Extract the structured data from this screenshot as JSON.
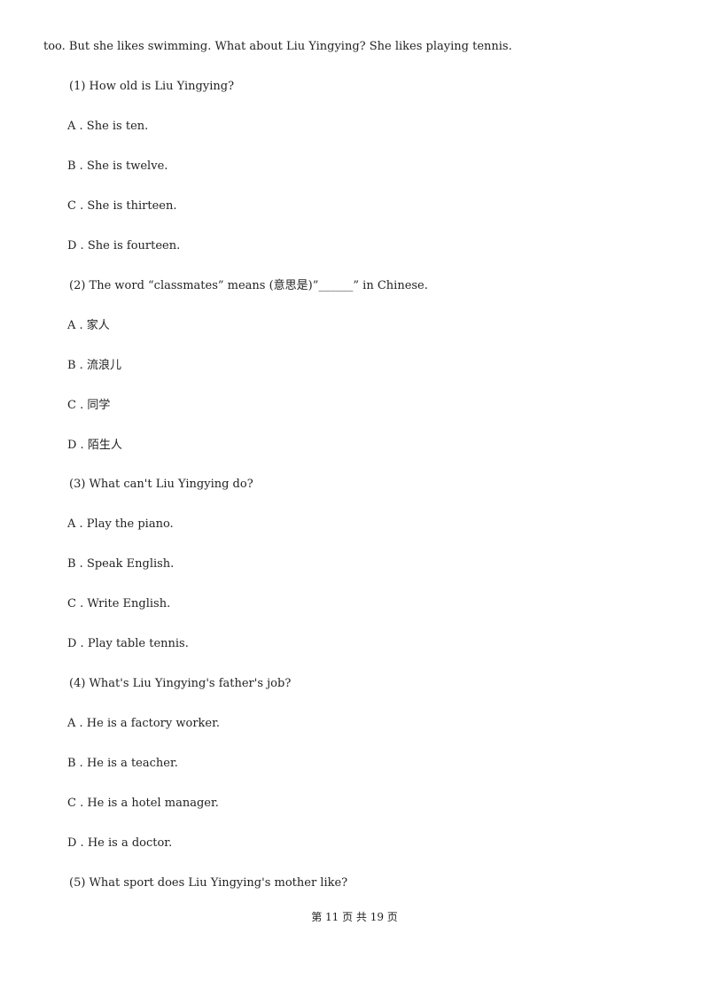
{
  "passage_tail": "too. But she likes swimming. What about Liu Yingying? She likes playing tennis.",
  "questions": [
    {
      "prompt": "(1) How old is Liu Yingying?",
      "options": [
        "A . She is ten.",
        "B . She is twelve.",
        "C . She is thirteen.",
        "D . She is fourteen."
      ]
    },
    {
      "prompt": "(2) The word “classmates” means (意思是)”______” in Chinese.",
      "options": [
        "A . 家人",
        "B . 流浪儿",
        "C . 同学",
        "D . 陌生人"
      ]
    },
    {
      "prompt": "(3) What can't Liu Yingying do?",
      "options": [
        "A . Play the piano.",
        "B . Speak English.",
        "C . Write English.",
        "D . Play table tennis."
      ]
    },
    {
      "prompt": "(4) What's Liu Yingying's father's job?",
      "options": [
        "A . He is a factory worker.",
        "B . He is a teacher.",
        "C . He is a hotel manager.",
        "D . He is a doctor."
      ]
    },
    {
      "prompt": "(5) What sport does Liu Yingying's mother like?",
      "options": []
    }
  ],
  "footer": "第 11 页 共 19 页"
}
